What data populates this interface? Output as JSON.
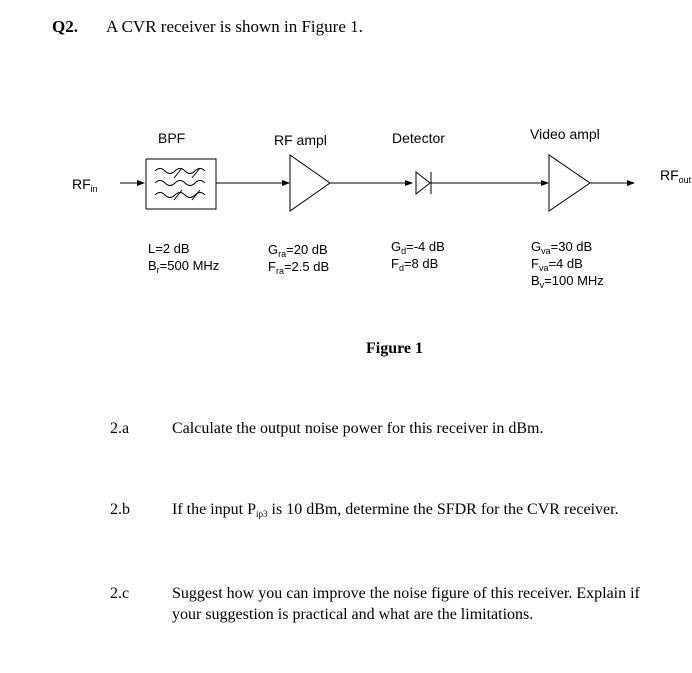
{
  "question": {
    "number": "Q2.",
    "text": "A CVR receiver is shown in Figure 1."
  },
  "diagram": {
    "input_label": {
      "main": "RF",
      "sub": "in"
    },
    "output_label": {
      "main": "RF",
      "sub": "out"
    },
    "blocks": [
      {
        "name": "BPF"
      },
      {
        "name": "RF ampl"
      },
      {
        "name": "Detector"
      },
      {
        "name": "Video ampl"
      }
    ],
    "specs": {
      "bpf_loss": "L=2 dB",
      "bpf_bw": {
        "main": "B",
        "sub": "r",
        "rest": "=500 MHz"
      },
      "rf_gain": {
        "main": "G",
        "sub": "ra",
        "rest": "=20 dB"
      },
      "rf_nf": {
        "main": "F",
        "sub": "ra",
        "rest": "=2.5 dB"
      },
      "det_gain": {
        "main": "G",
        "sub": "d",
        "rest": "=-4 dB"
      },
      "det_nf": {
        "main": "F",
        "sub": "d",
        "rest": "=8 dB"
      },
      "va_gain": {
        "main": "G",
        "sub": "va",
        "rest": "=30 dB"
      },
      "va_nf": {
        "main": "F",
        "sub": "va",
        "rest": "=4 dB"
      },
      "va_bw": {
        "main": "B",
        "sub": "v",
        "rest": "=100 MHz"
      }
    }
  },
  "figure_caption": "Figure 1",
  "parts": [
    {
      "num": "2.a",
      "text": "Calculate the output noise power for this receiver in dBm."
    },
    {
      "num": "2.b",
      "text_before": "If the input P",
      "text_sub": "ip3",
      "text_after": " is 10 dBm, determine the SFDR for the CVR receiver."
    },
    {
      "num": "2.c",
      "text": "Suggest how you can improve the noise figure of this receiver. Explain if your suggestion is practical and what are the limitations."
    }
  ]
}
